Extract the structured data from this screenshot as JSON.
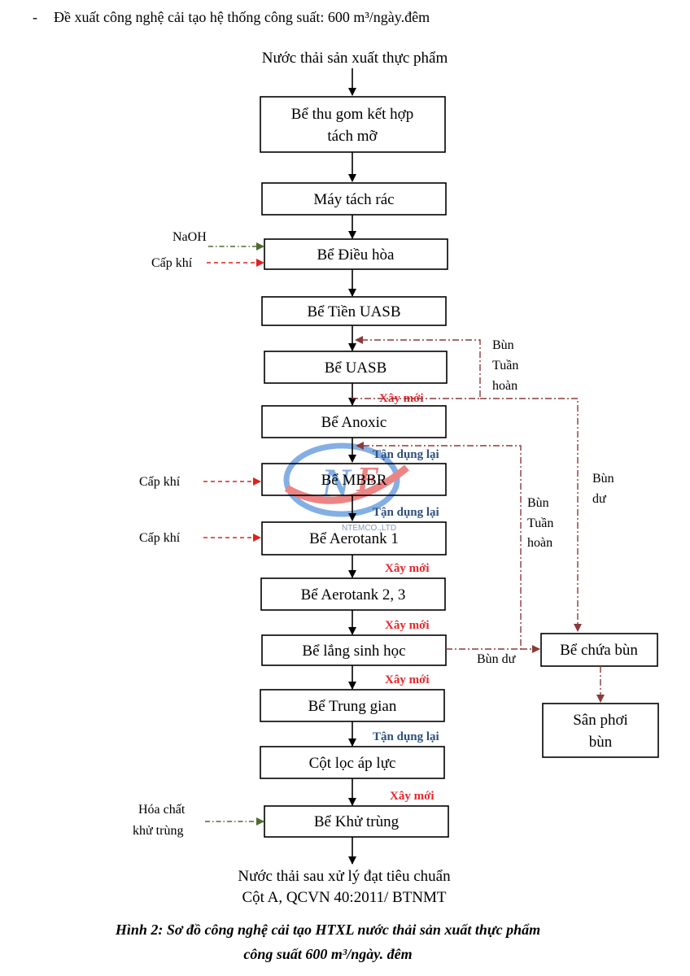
{
  "header_line": "Đề xuất công nghệ cải tạo hệ thống công suất: 600 m³/ngày.đêm",
  "bullet": "-",
  "input_label": "Nước thải sản xuất thực phẩm",
  "boxes": {
    "b1": [
      "Bể thu gom kết hợp",
      "tách mỡ"
    ],
    "b2": "Máy tách rác",
    "b3": "Bể Điều hòa",
    "b4": "Bể Tiền UASB",
    "b5": "Bể UASB",
    "b6": "Bể Anoxic",
    "b7": "Bể MBBR",
    "b8": "Bể Aerotank 1",
    "b9": "Bể Aerotank 2, 3",
    "b10": "Bể lắng sinh học",
    "b11": "Bể Trung gian",
    "b12": "Cột lọc áp lực",
    "b13": "Bể Khử trùng",
    "b14": "Bể chứa bùn",
    "b15": [
      "Sân phơi",
      "bùn"
    ]
  },
  "side_inputs": {
    "naoh": "NaOH",
    "air": "Cấp khí",
    "chem": [
      "Hóa chất",
      "khử trùng"
    ]
  },
  "annotations": {
    "new": "Xây mới",
    "reuse": "Tận dụng lại",
    "recycle_a": [
      "Bùn",
      "Tuần",
      "hoàn"
    ],
    "recycle_b": [
      "Bùn",
      "Tuần",
      "hoàn"
    ],
    "excess_a": [
      "Bùn",
      "dư"
    ],
    "excess_b": "Bùn dư"
  },
  "output_label": [
    "Nước thải sau xử lý đạt tiêu chuẩn",
    "Cột A, QCVN 40:2011/ BTNMT"
  ],
  "watermark": "NTEMCO.,LTD",
  "caption": [
    "Hình 2: Sơ đồ công nghệ cải tạo HTXL nước thải sản xuất thực phẩm",
    "công suất 600 m³/ngày. đêm"
  ],
  "colors": {
    "new": "#e8262b",
    "reuse": "#2f4f7f",
    "sludge_line": "#8b3a3a",
    "air_line": "#e02020",
    "chem_line": "#4f6b2e"
  }
}
